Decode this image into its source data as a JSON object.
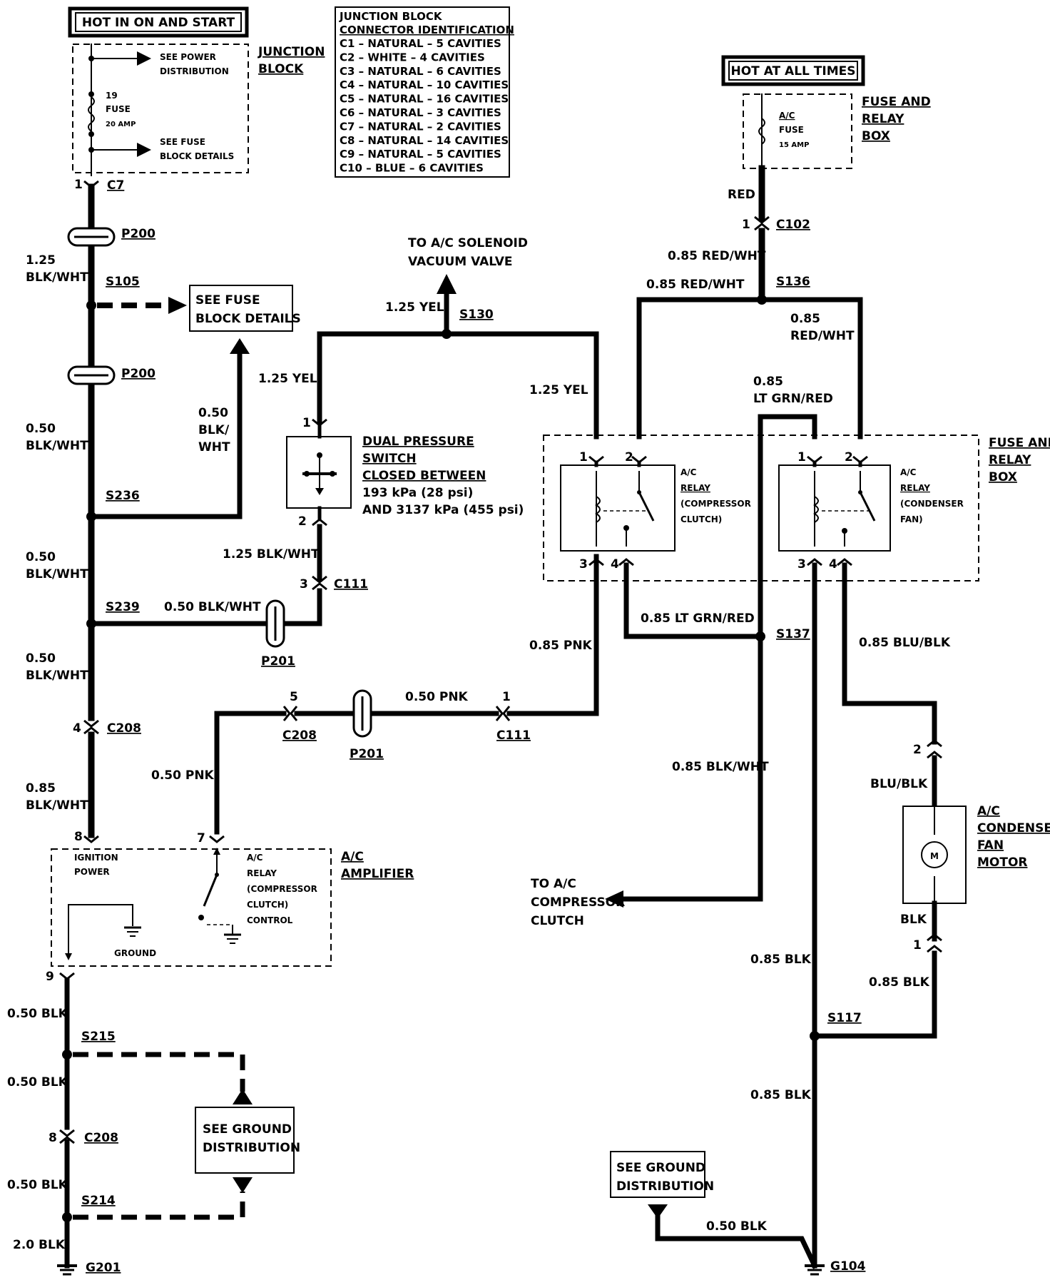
{
  "banners": {
    "hot_run_start": "HOT IN ON AND START",
    "hot_all_times": "HOT AT ALL TIMES"
  },
  "connector_table": {
    "title1": "JUNCTION BLOCK",
    "title2": "CONNECTOR IDENTIFICATION",
    "rows": [
      "C1 – NATURAL – 5 CAVITIES",
      "C2 – WHITE – 4 CAVITIES",
      "C3 – NATURAL – 6 CAVITIES",
      "C4 – NATURAL – 10 CAVITIES",
      "C5 – NATURAL – 16 CAVITIES",
      "C6 – NATURAL – 3 CAVITIES",
      "C7 – NATURAL – 2 CAVITIES",
      "C8 – NATURAL – 14 CAVITIES",
      "C9 – NATURAL – 5 CAVITIES",
      "C10 – BLUE – 6 CAVITIES"
    ]
  },
  "junction_block": {
    "label1": "JUNCTION",
    "label2": "BLOCK",
    "see_power_1": "SEE POWER",
    "see_power_2": "DISTRIBUTION",
    "fuse_num": "19",
    "fuse_word": "FUSE",
    "fuse_amp": "20 AMP",
    "see_fuse_1": "SEE FUSE",
    "see_fuse_2": "BLOCK DETAILS"
  },
  "fuse_relay_top": {
    "label1": "FUSE AND",
    "label2": "RELAY",
    "label3": "BOX",
    "fuse_1": "A/C",
    "fuse_2": "FUSE",
    "fuse_3": "15 AMP"
  },
  "see_fuse_box": {
    "line1": "SEE FUSE",
    "line2": "BLOCK DETAILS"
  },
  "solenoid": {
    "line1": "TO A/C SOLENOID",
    "line2": "VACUUM VALVE"
  },
  "pressure_switch": {
    "line1": "DUAL PRESSURE",
    "line2": "SWITCH",
    "line3": "CLOSED BETWEEN",
    "line4": "193 kPa (28 psi)",
    "line5": "AND 3137 kPa (455 psi)"
  },
  "relay_box": {
    "label1": "FUSE AND",
    "label2": "RELAY",
    "label3": "BOX"
  },
  "relay_compressor": [
    "A/C",
    "RELAY",
    "(COMPRESSOR",
    "CLUTCH)"
  ],
  "relay_fan": [
    "A/C",
    "RELAY",
    "(CONDENSER",
    "FAN)"
  ],
  "amplifier": {
    "label1": "A/C",
    "label2": "AMPLIFIER",
    "ign1": "IGNITION",
    "ign2": "POWER",
    "ground": "GROUND",
    "relay": [
      "A/C",
      "RELAY",
      "(COMPRESSOR",
      "CLUTCH)",
      "CONTROL"
    ]
  },
  "compressor_clutch": {
    "line1": "TO A/C",
    "line2": "COMPRESSOR",
    "line3": "CLUTCH"
  },
  "fan_motor": {
    "line1": "A/C",
    "line2": "CONDENSER",
    "line3": "FAN",
    "line4": "MOTOR",
    "symbol": "M"
  },
  "ground_box_left": {
    "line1": "SEE GROUND",
    "line2": "DISTRIBUTION"
  },
  "ground_box_right": {
    "line1": "SEE GROUND",
    "line2": "DISTRIBUTION"
  },
  "connectors": {
    "c7": "C7",
    "c102": "C102",
    "c111_a": "C111",
    "c111_b": "C111",
    "c208_a": "C208",
    "c208_b": "C208",
    "c208_c": "C208",
    "p200_a": "P200",
    "p200_b": "P200",
    "p201_a": "P201",
    "p201_b": "P201"
  },
  "splices": {
    "s105": "S105",
    "s130": "S130",
    "s136": "S136",
    "s236": "S236",
    "s239": "S239",
    "s137": "S137",
    "s117": "S117",
    "s215": "S215",
    "s214": "S214"
  },
  "grounds": {
    "g201": "G201",
    "g104": "G104"
  },
  "pins": {
    "c7": "1",
    "c102": "1",
    "sw1": "1",
    "sw2": "2",
    "c111_3": "3",
    "rc1": "1",
    "rc2": "2",
    "rc3": "3",
    "rc4": "4",
    "rf1": "1",
    "rf2": "2",
    "rf3": "3",
    "rf4": "4",
    "c208_4": "4",
    "c208_5": "5",
    "c111_1": "1",
    "amp8": "8",
    "amp7": "7",
    "amp9": "9",
    "c208_8": "8",
    "fan2": "2",
    "fan1": "1"
  },
  "wires": {
    "w_125_bw": "1.25",
    "w_125_bw2": "BLK/WHT",
    "w_050_bw_a1": "0.50",
    "w_050_bw_a2": "BLK/WHT",
    "w_050_bw_b1": "0.50",
    "w_050_bw_b2": "BLK/WHT",
    "w_050_bw_c1": "0.50",
    "w_050_bw_c2": "BLK/WHT",
    "w_085_bw1": "0.85",
    "w_085_bw2": "BLK/WHT",
    "w_050_blk_wht_v1": "0.50",
    "w_050_blk_wht_v2": "BLK/",
    "w_050_blk_wht_v3": "WHT",
    "w_125_yel_sol": "1.25 YEL",
    "w_125_yel_sw": "1.25 YEL",
    "w_125_yel_relay": "1.25 YEL",
    "w_125_blkwht_sw": "1.25 BLK/WHT",
    "w_050_blkwht_s239": "0.50 BLK/WHT",
    "w_red": "RED",
    "w_085_redwht_a": "0.85 RED/WHT",
    "w_085_redwht_b": "0.85 RED/WHT",
    "w_085_redwht_c1": "0.85",
    "w_085_redwht_c2": "RED/WHT",
    "w_085_ltgrnred1": "0.85",
    "w_085_ltgrnred2": "LT GRN/RED",
    "w_085_ltgrnred_h": "0.85 LT GRN/RED",
    "w_085_pnk": "0.85 PNK",
    "w_050_pnk_h": "0.50 PNK",
    "w_050_pnk_v": "0.50 PNK",
    "w_085_blubk": "0.85 BLU/BLK",
    "w_blubk": "BLU/BLK",
    "w_085_blkwht": "0.85 BLK/WHT",
    "w_blk": "BLK",
    "w_085_blk_a": "0.85 BLK",
    "w_085_blk_b": "0.85 BLK",
    "w_085_blk_c": "0.85 BLK",
    "w_050_blk_a": "0.50 BLK",
    "w_050_blk_b": "0.50 BLK",
    "w_050_blk_c": "0.50 BLK",
    "w_050_blk_g": "0.50 BLK",
    "w_20_blk": "2.0 BLK"
  }
}
